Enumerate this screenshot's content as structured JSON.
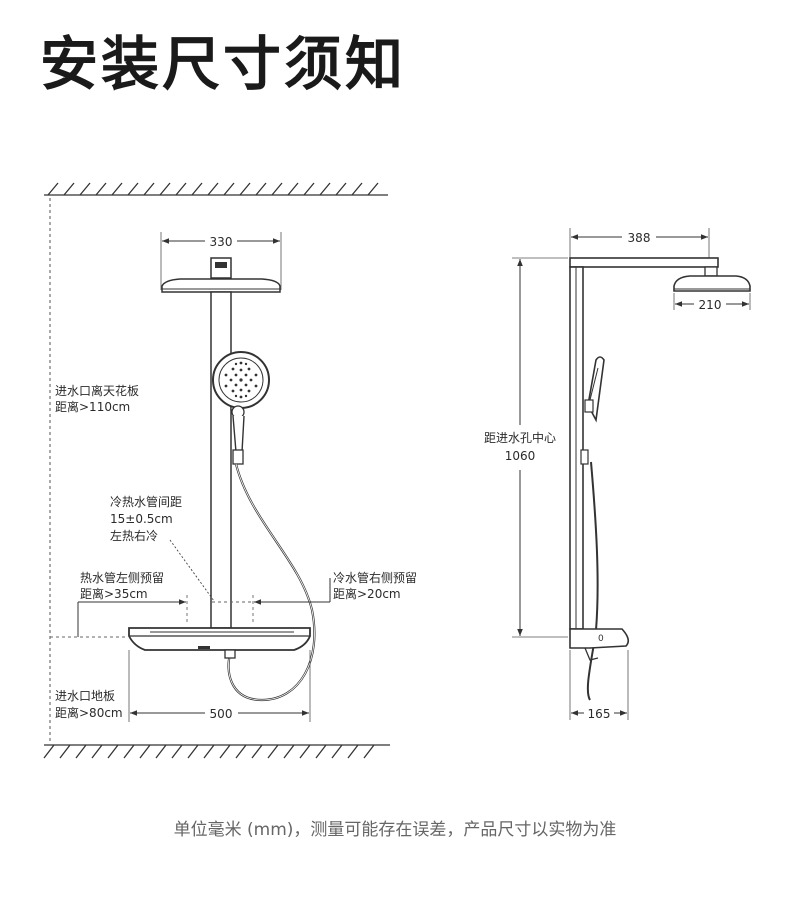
{
  "title": "安装尺寸须知",
  "footnote": "单位毫米 (mm)，测量可能存在误差，产品尺寸以实物为准",
  "front_view": {
    "dim_top_width": "330",
    "dim_bottom_width": "500",
    "ceiling_note": [
      "进水口离天花板",
      "距离>110cm"
    ],
    "pipe_spacing_note": [
      "冷热水管间距",
      "15±0.5cm",
      "左热右冷"
    ],
    "hot_pipe_note": [
      "热水管左侧预留",
      "距离>35cm"
    ],
    "cold_pipe_note": [
      "冷水管右侧预留",
      "距离>20cm"
    ],
    "floor_note": [
      "进水口地板",
      "距离>80cm"
    ]
  },
  "side_view": {
    "dim_arm_length": "388",
    "dim_head_diameter": "210",
    "dim_height_label": "距进水孔中心",
    "dim_height_value": "1060",
    "dim_depth": "165"
  }
}
